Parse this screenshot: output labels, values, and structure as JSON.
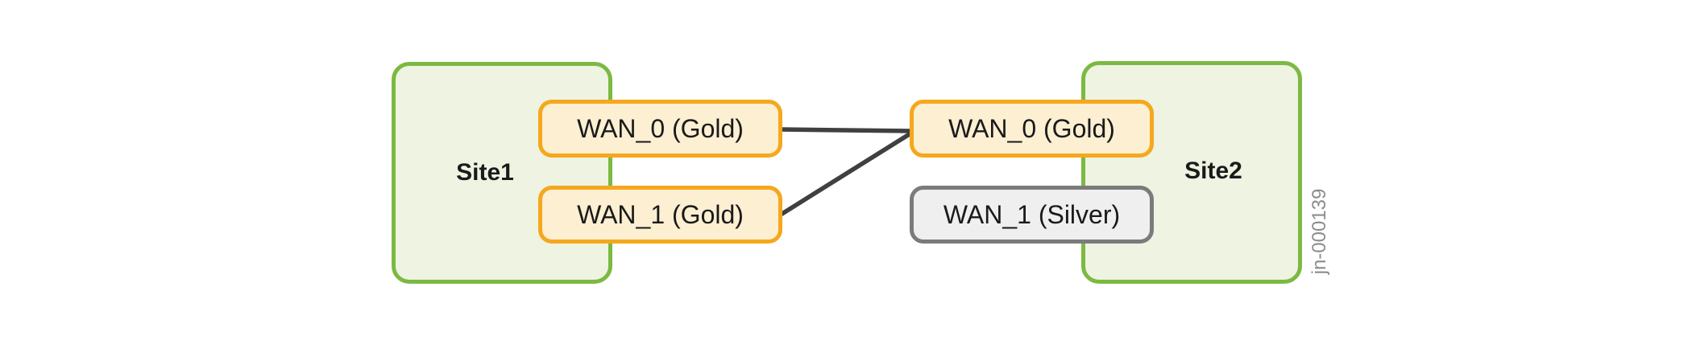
{
  "diagram": {
    "annotation": "jn-000139",
    "colors": {
      "site_border": "#7CB942",
      "site_fill": "#EEF3E2",
      "gold_border": "#F5A81C",
      "gold_fill": "#FCEFD2",
      "silver_border": "#7B7B7B",
      "silver_fill": "#EFEFEF",
      "link_line": "#404040",
      "label_text": "#1A1A1A",
      "annotation_text": "#8C8C8C"
    },
    "sites": [
      {
        "label": "Site1"
      },
      {
        "label": "Site2"
      }
    ],
    "wan_links": {
      "site1": [
        {
          "label": "WAN_0 (Gold)",
          "tier": "gold"
        },
        {
          "label": "WAN_1 (Gold)",
          "tier": "gold"
        }
      ],
      "site2": [
        {
          "label": "WAN_0 (Gold)",
          "tier": "gold"
        },
        {
          "label": "WAN_1 (Silver)",
          "tier": "silver"
        }
      ]
    },
    "connections": [
      {
        "from": "Site1 WAN_0 (Gold)",
        "to": "Site2 WAN_0 (Gold)"
      },
      {
        "from": "Site1 WAN_1 (Gold)",
        "to": "Site2 WAN_0 (Gold)"
      }
    ]
  }
}
